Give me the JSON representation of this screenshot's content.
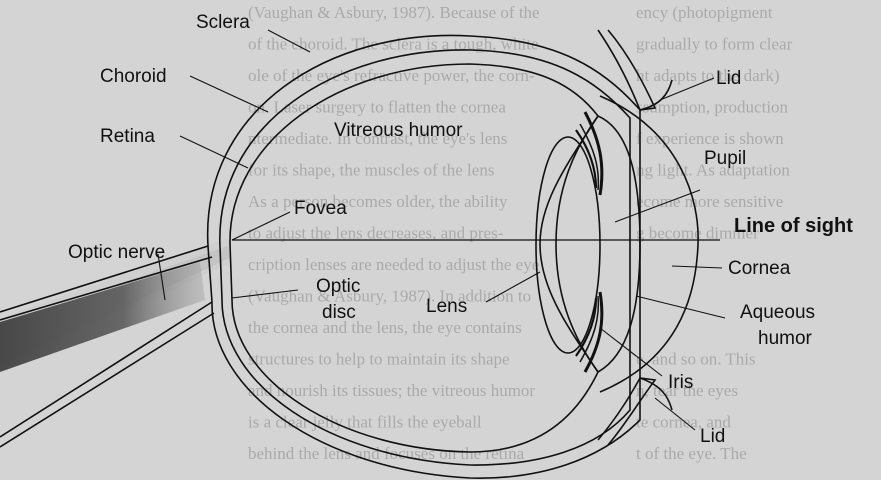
{
  "labels": {
    "sclera": "Sclera",
    "choroid": "Choroid",
    "retina": "Retina",
    "fovea": "Fovea",
    "optic_nerve": "Optic nerve",
    "optic_disc_line1": "Optic",
    "optic_disc_line2": "disc",
    "vitreous_humor": "Vitreous humor",
    "lens": "Lens",
    "lid_top": "Lid",
    "pupil": "Pupil",
    "line_of_sight": "Line of sight",
    "cornea": "Cornea",
    "aqueous_humor_line1": "Aqueous",
    "aqueous_humor_line2": "humor",
    "iris": "Iris",
    "lid_bottom": "Lid"
  },
  "background_text": {
    "left": [
      "(Vaughan & Asbury, 1987). Because of the",
      "of the choroid. The sclera is a tough, white",
      "ole of the eye's refractive power, the corn-",
      "on. Laser surgery to flatten the cornea",
      "ntermediate. In contrast, the eye's lens",
      "for its shape, the muscles of the lens",
      "As a person becomes older, the ability",
      "to adjust the lens decreases, and pres-",
      "cription lenses are needed to adjust the eye",
      "(Vaughan & Asbury, 1987). In addition to",
      "the cornea and the lens, the eye contains",
      "structures to help to maintain its shape",
      "and nourish its tissues; the vitreous humor",
      "is a clear jelly that fills the eyeball",
      "behind the lens and focuses on the retina"
    ],
    "right": [
      "ency (photopigment",
      "gradually to form clear",
      "ht adapts to the dark)",
      "ssumption, production",
      "f experience is shown",
      "ng light. As adaptation",
      "ecome more sensitive",
      "g become dimmer",
      "",
      "",
      "",
      "e, and so on. This",
      "n, tear the eyes",
      "te cornea, and",
      "t of the eye. The"
    ]
  },
  "colors": {
    "background": "#d4d4d4",
    "eye_fill": "#e2e2e2",
    "vitreous_fill": "#cfcfcf",
    "ink": "#111111"
  }
}
